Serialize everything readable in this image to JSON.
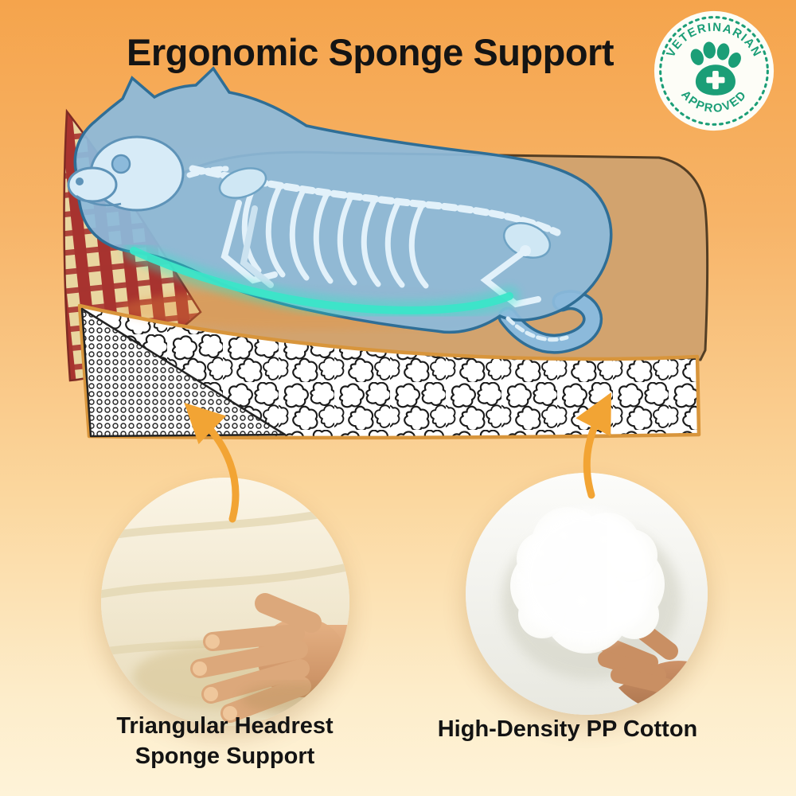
{
  "title": "Ergonomic Sponge Support",
  "badge": {
    "arc_top": "VETERINARIAN",
    "arc_bottom": "APPROVED",
    "color": "#1B9E77"
  },
  "features": [
    {
      "label": "Triangular Headrest Sponge Support"
    },
    {
      "label": "High-Density PP Cotton"
    }
  ],
  "colors": {
    "background_top": "#F5A44C",
    "background_bottom": "#FEF3D8",
    "badge_green": "#1B9E77",
    "arrow_orange": "#F2A434",
    "bed_tan": "#D2A36E",
    "plaid_red": "#A8332F",
    "cat_blue": "#8CBADB",
    "glow_teal": "#3BE5C8",
    "text_black": "#141414"
  }
}
